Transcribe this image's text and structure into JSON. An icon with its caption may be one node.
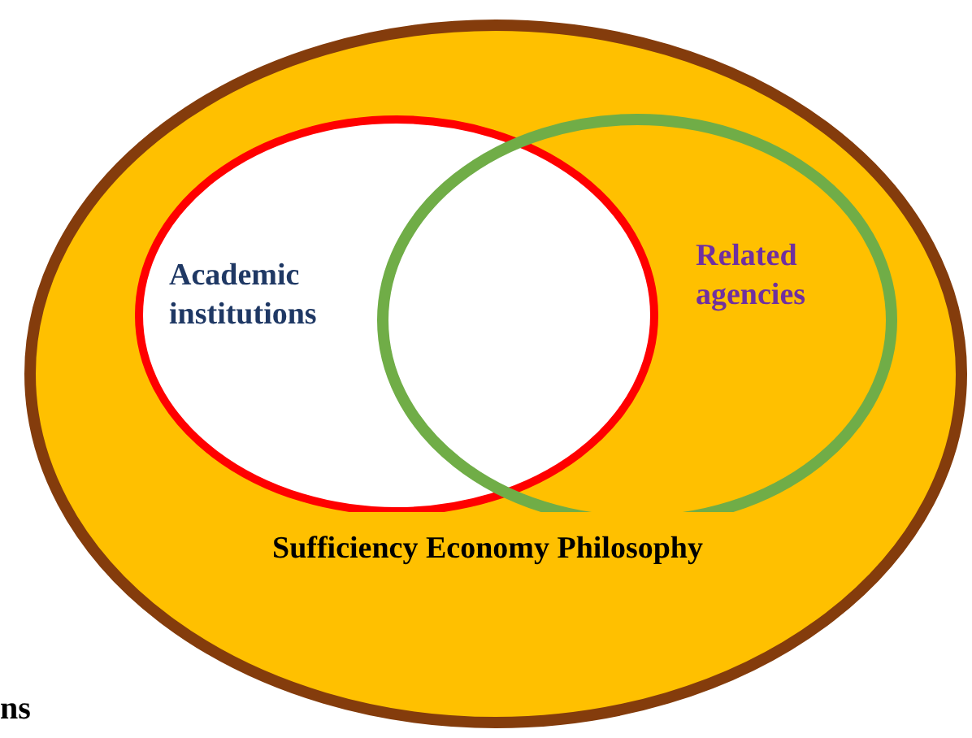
{
  "diagram": {
    "nodes": [
      {
        "text": [
          "Sufficiency Economy Philosophy"
        ]
      },
      {
        "text": [
          "Academic institutions"
        ],
        "in": 0
      },
      {
        "text": [
          "Related agencies"
        ],
        "in": 0
      }
    ],
    "labels": [
      "ns"
    ]
  }
}
